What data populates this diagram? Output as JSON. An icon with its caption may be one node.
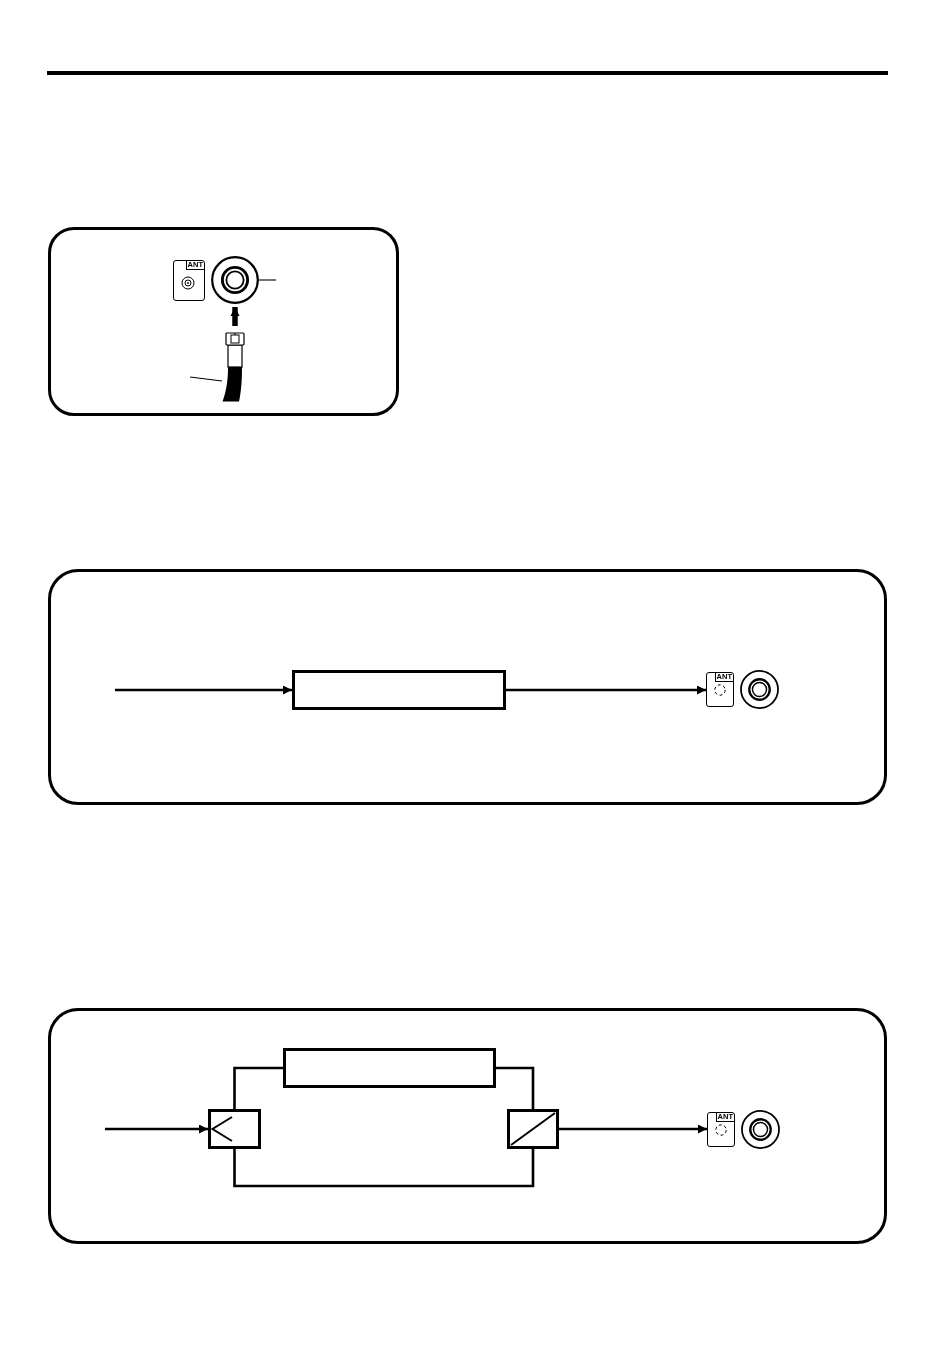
{
  "diagram": {
    "nodes": [
      {
        "text": [],
        "shape": "box"
      },
      {
        "text": [
          "ANT"
        ],
        "in": 0
      },
      {
        "text": [],
        "shape": "circle",
        "in": 0
      },
      {
        "text": [],
        "shape": "picture",
        "in": 0
      },
      {
        "text": [],
        "shape": "box"
      },
      {
        "text": [],
        "shape": "box",
        "in": 4
      },
      {
        "text": [
          "ANT"
        ],
        "in": 4
      },
      {
        "text": [],
        "shape": "circle",
        "in": 4
      },
      {
        "text": [],
        "shape": "box"
      },
      {
        "text": [],
        "shape": "box",
        "in": 8
      },
      {
        "text": [],
        "shape": "box",
        "in": 8
      },
      {
        "text": [],
        "shape": "box",
        "in": 8
      },
      {
        "text": [
          "ANT"
        ],
        "in": 8
      },
      {
        "text": [],
        "shape": "circle",
        "in": 8
      }
    ],
    "edges": [
      {
        "from": 3,
        "to": 2,
        "arrow": "to",
        "style": "thick"
      },
      {
        "from": null,
        "to": 2,
        "arrow": "none"
      },
      {
        "from": null,
        "to": 3,
        "arrow": "none"
      },
      {
        "from": null,
        "to": 5,
        "arrow": "to"
      },
      {
        "from": 5,
        "to": 6,
        "arrow": "to"
      },
      {
        "from": null,
        "to": 9,
        "arrow": "to"
      },
      {
        "from": 9,
        "to": 10,
        "arrow": "none"
      },
      {
        "from": 10,
        "to": 11,
        "arrow": "none"
      },
      {
        "from": 9,
        "to": 11,
        "arrow": "none"
      },
      {
        "from": 11,
        "to": 12,
        "arrow": "to"
      }
    ]
  }
}
